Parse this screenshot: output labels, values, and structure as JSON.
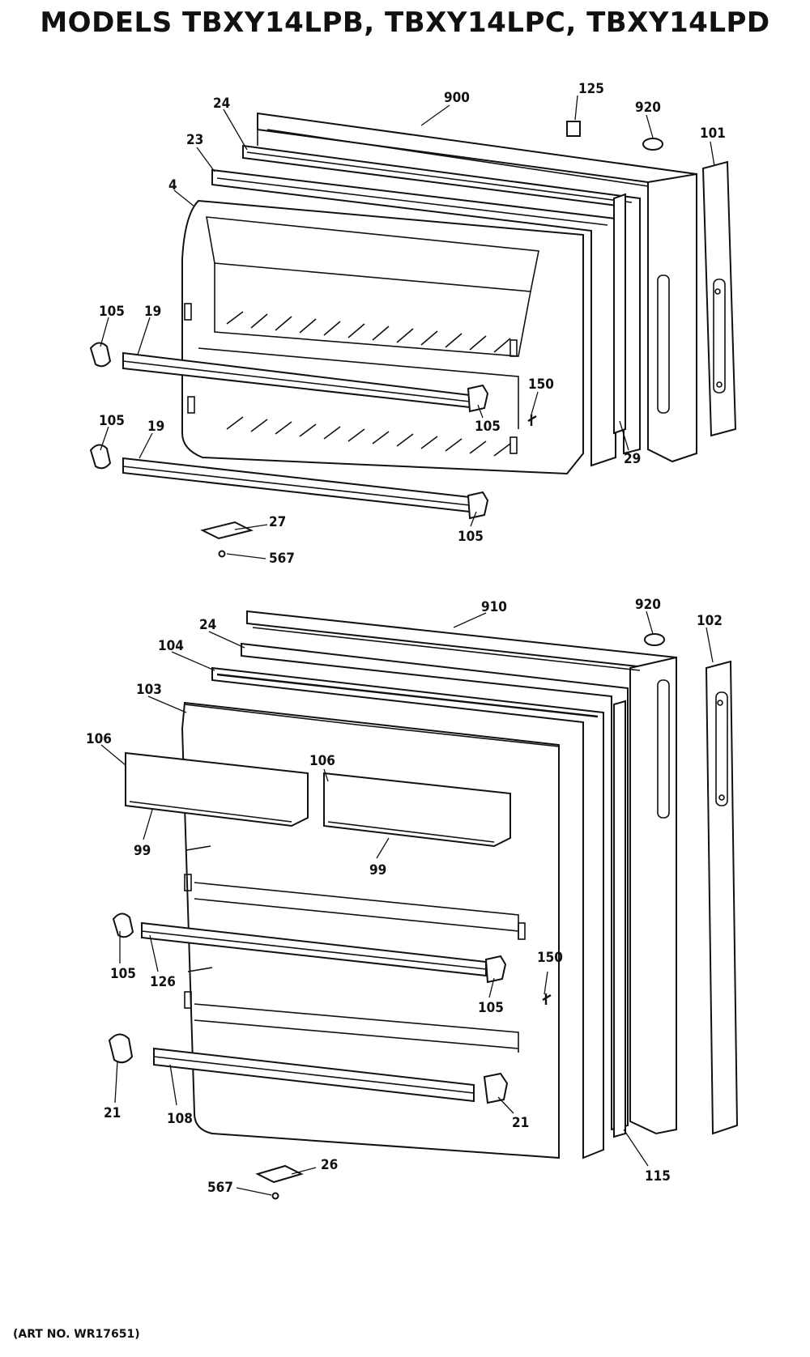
{
  "title": "MODELS TBXY14LPB, TBXY14LPC, TBXY14LPD",
  "art_no": "(ART NO. WR17651)",
  "freezer_door": {
    "labels": {
      "p900": "900",
      "p125": "125",
      "p920": "920",
      "p101": "101",
      "p24": "24",
      "p23": "23",
      "p4": "4",
      "p105_a": "105",
      "p19_a": "19",
      "p105_b": "105",
      "p19_b": "19",
      "p150": "150",
      "p105_c": "105",
      "p29": "29",
      "p105_d": "105",
      "p27": "27",
      "p567": "567"
    }
  },
  "fresh_food_door": {
    "labels": {
      "p910": "910",
      "p920": "920",
      "p102": "102",
      "p24": "24",
      "p104": "104",
      "p103": "103",
      "p106_a": "106",
      "p106_b": "106",
      "p99_a": "99",
      "p99_b": "99",
      "p105_a": "105",
      "p126": "126",
      "p150": "150",
      "p105_b": "105",
      "p21_a": "21",
      "p108": "108",
      "p21_b": "21",
      "p115": "115",
      "p26": "26",
      "p567": "567"
    }
  }
}
